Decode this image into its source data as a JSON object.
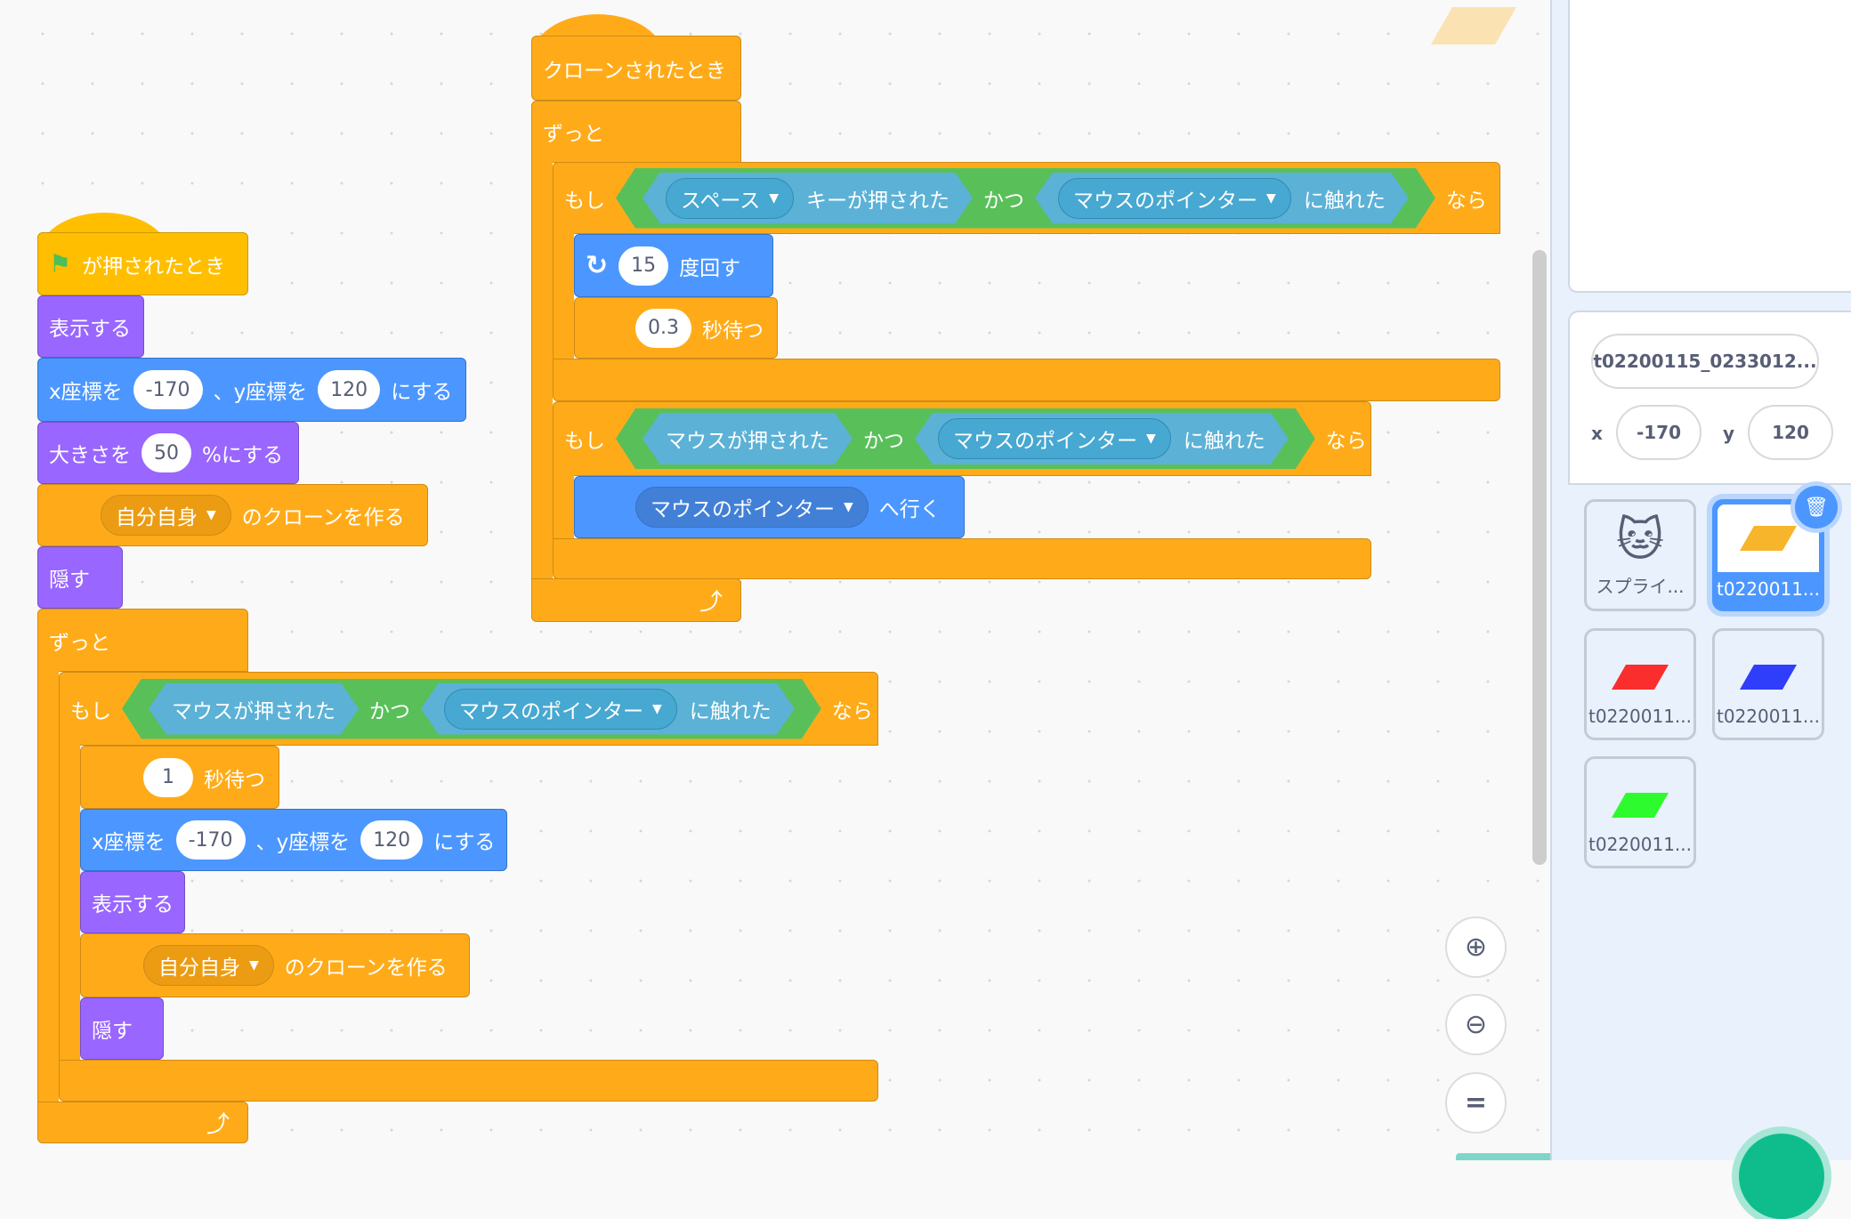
{
  "colors": {
    "events": "#FFBF00",
    "control": "#FFAB19",
    "motion": "#4C97FF",
    "looks": "#9966FF",
    "sensing": "#5CB1D6",
    "operators": "#59C059"
  },
  "script_right": {
    "hat": "クローンされたとき",
    "forever": "ずっと",
    "if1": {
      "if": "もし",
      "dd1": "スペース",
      "key_pressed": "キーが押された",
      "and": "かつ",
      "dd2": "マウスのポインター",
      "touching": "に触れた",
      "then": "なら"
    },
    "turn": {
      "value": "15",
      "label": "度回す"
    },
    "wait": {
      "value": "0.3",
      "label": "秒待つ"
    },
    "if2": {
      "if": "もし",
      "mouse_down": "マウスが押された",
      "and": "かつ",
      "dd": "マウスのポインター",
      "touching": "に触れた",
      "then": "なら"
    },
    "goto": {
      "dd": "マウスのポインター",
      "label": "へ行く"
    }
  },
  "script_left": {
    "hat": "が押されたとき",
    "show": "表示する",
    "gotoxy": {
      "x_label": "x座標を",
      "x": "-170",
      "sep": "、y座標を",
      "y": "120",
      "suffix": "にする"
    },
    "size": {
      "label": "大きさを",
      "value": "50",
      "suffix": "%にする"
    },
    "clone": {
      "dd": "自分自身",
      "label": "のクローンを作る"
    },
    "hide": "隠す",
    "forever": "ずっと",
    "if": {
      "if": "もし",
      "mouse_down": "マウスが押された",
      "and": "かつ",
      "dd": "マウスのポインター",
      "touching": "に触れた",
      "then": "なら"
    },
    "wait": {
      "value": "1",
      "label": "秒待つ"
    },
    "gotoxy2": {
      "x_label": "x座標を",
      "x": "-170",
      "sep": "、y座標を",
      "y": "120",
      "suffix": "にする"
    },
    "show2": "表示する",
    "clone2": {
      "dd": "自分自身",
      "label": "のクローンを作る"
    },
    "hide2": "隠す"
  },
  "sprite_info": {
    "name": "t02200115_0233012...",
    "x_label": "x",
    "x": "-170",
    "y_label": "y",
    "y": "120"
  },
  "sprites": [
    {
      "name": "スプライ...",
      "color": "cat"
    },
    {
      "name": "t0220011...",
      "color": "#F7B52C",
      "selected": true
    },
    {
      "name": "t0220011...",
      "color": "#FB2E2E"
    },
    {
      "name": "t0220011...",
      "color": "#2E3EFB"
    },
    {
      "name": "t0220011...",
      "color": "#2EFB2E"
    }
  ]
}
